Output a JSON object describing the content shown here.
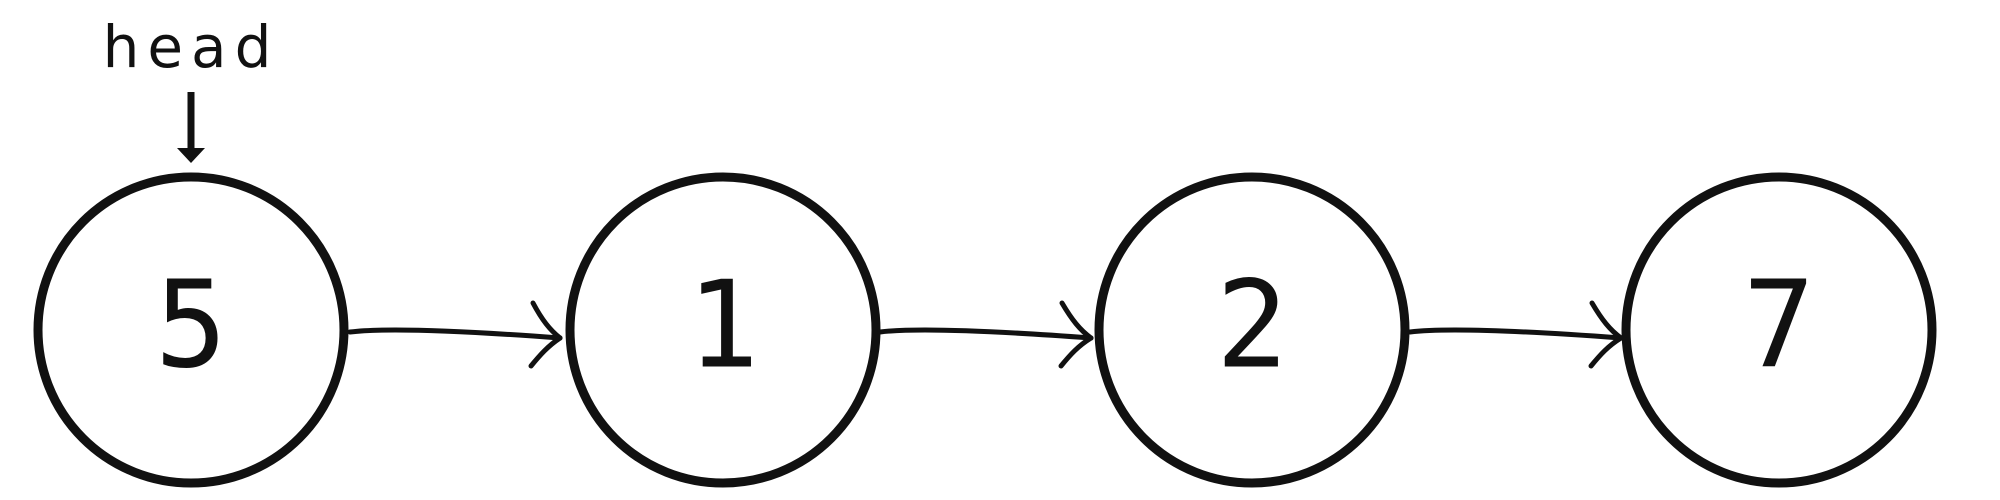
{
  "diagram": {
    "head_label": "head",
    "nodes": [
      {
        "value": "5"
      },
      {
        "value": "1"
      },
      {
        "value": "2"
      },
      {
        "value": "7"
      }
    ]
  }
}
